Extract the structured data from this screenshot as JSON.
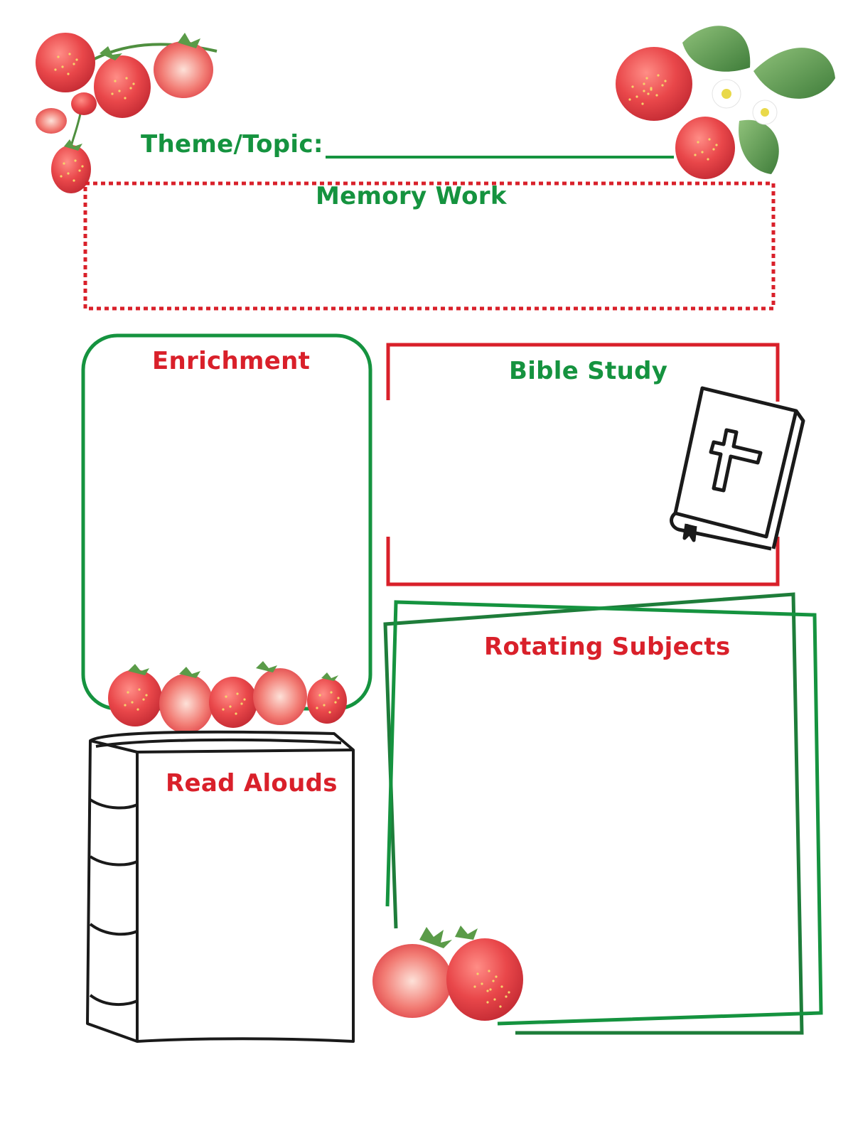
{
  "theme": {
    "label": "Theme/Topic:"
  },
  "sections": {
    "memory_work": {
      "title": "Memory Work"
    },
    "enrichment": {
      "title": "Enrichment"
    },
    "bible_study": {
      "title": "Bible Study"
    },
    "rotating_subjects": {
      "title": "Rotating Subjects"
    },
    "read_alouds": {
      "title": "Read Alouds"
    }
  },
  "colors": {
    "green": "#15933f",
    "red": "#d9202a",
    "ink": "#1a1a1a",
    "strawberry": "#e94b4b"
  },
  "decorations": [
    "strawberry-cluster-top-left",
    "strawberry-flowers-top-right",
    "strawberry-row-enrichment",
    "strawberry-pair-bottom",
    "bible-icon",
    "book-outline"
  ]
}
